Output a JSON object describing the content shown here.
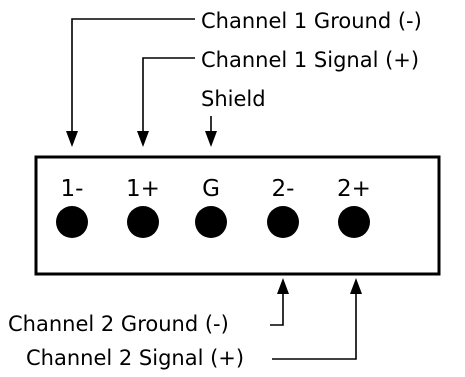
{
  "labels": {
    "ch1_ground": "Channel 1 Ground (-)",
    "ch1_signal": "Channel 1 Signal (+)",
    "shield": "Shield",
    "ch2_ground": "Channel 2 Ground (-)",
    "ch2_signal": "Channel 2 Signal (+)"
  },
  "pins": [
    "1-",
    "1+",
    "G",
    "2-",
    "2+"
  ],
  "colors": {
    "ink": "#000000",
    "background": "#ffffff"
  }
}
